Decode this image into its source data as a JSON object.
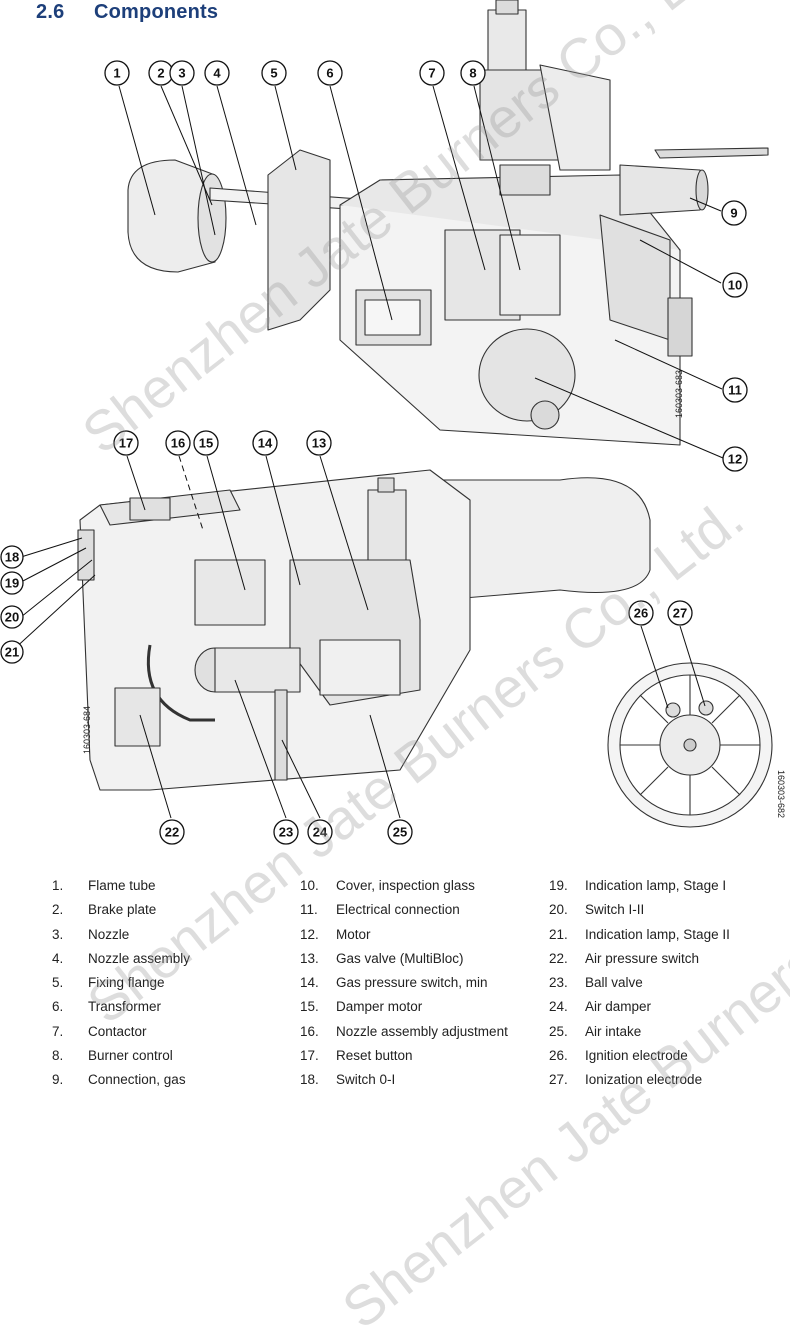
{
  "heading": {
    "number": "2.6",
    "title": "Components"
  },
  "doc_ids": [
    "160303-683",
    "160303-684",
    "160303-682"
  ],
  "watermark": [
    "Shenzhen Jate Burners Co., Ltd.",
    "Shenzhen Jate Burners Co., Ltd.",
    "Shenzhen Jate Burners Co., Ltd."
  ],
  "callouts": [
    "1",
    "2",
    "3",
    "4",
    "5",
    "6",
    "7",
    "8",
    "9",
    "10",
    "11",
    "12",
    "13",
    "14",
    "15",
    "16",
    "17",
    "18",
    "19",
    "20",
    "21",
    "22",
    "23",
    "24",
    "25",
    "26",
    "27"
  ],
  "legend": [
    {
      "n": "1.",
      "label": "Flame tube"
    },
    {
      "n": "2.",
      "label": "Brake plate"
    },
    {
      "n": "3.",
      "label": "Nozzle"
    },
    {
      "n": "4.",
      "label": "Nozzle assembly"
    },
    {
      "n": "5.",
      "label": "Fixing flange"
    },
    {
      "n": "6.",
      "label": "Transformer"
    },
    {
      "n": "7.",
      "label": "Contactor"
    },
    {
      "n": "8.",
      "label": "Burner control"
    },
    {
      "n": "9.",
      "label": "Connection, gas"
    },
    {
      "n": "10.",
      "label": "Cover, inspection glass"
    },
    {
      "n": "11.",
      "label": "Electrical connection"
    },
    {
      "n": "12.",
      "label": "Motor"
    },
    {
      "n": "13.",
      "label": "Gas valve (MultiBloc)"
    },
    {
      "n": "14.",
      "label": "Gas pressure switch, min"
    },
    {
      "n": "15.",
      "label": "Damper motor"
    },
    {
      "n": "16.",
      "label": "Nozzle assembly adjustment"
    },
    {
      "n": "17.",
      "label": "Reset button"
    },
    {
      "n": "18.",
      "label": "Switch 0-I"
    },
    {
      "n": "19.",
      "label": "Indication lamp, Stage I"
    },
    {
      "n": "20.",
      "label": "Switch I-II"
    },
    {
      "n": "21.",
      "label": "Indication lamp, Stage II"
    },
    {
      "n": "22.",
      "label": "Air pressure switch"
    },
    {
      "n": "23.",
      "label": "Ball valve"
    },
    {
      "n": "24.",
      "label": "Air damper"
    },
    {
      "n": "25.",
      "label": "Air intake"
    },
    {
      "n": "26.",
      "label": "Ignition electrode"
    },
    {
      "n": "27.",
      "label": "Ionization electrode"
    }
  ]
}
